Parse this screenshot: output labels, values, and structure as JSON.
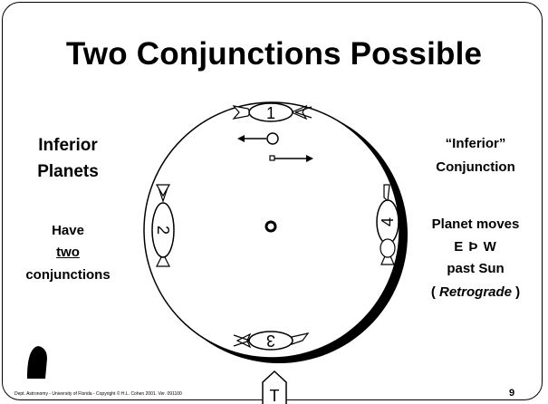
{
  "title": "Two Conjunctions Possible",
  "left_panel": {
    "heading_line1": "Inferior",
    "heading_line2": "Planets",
    "have": "Have",
    "two": "two",
    "conjunctions": "conjunctions"
  },
  "right_panel": {
    "line1": "“Inferior”",
    "line2": "Conjunction",
    "line3": "Planet moves",
    "line4": "E Þ W",
    "line5": "past Sun",
    "line6_open": "( ",
    "line6_word": "Retrograde",
    "line6_close": " )"
  },
  "diagram": {
    "positions": [
      "1",
      "2",
      "3",
      "4"
    ],
    "earth_label": "T"
  },
  "footer": "Dept. Astronomy  - University of Florida  - Copyright © H.L. Cohen 2001. Ver. 091100",
  "page_number": "9"
}
